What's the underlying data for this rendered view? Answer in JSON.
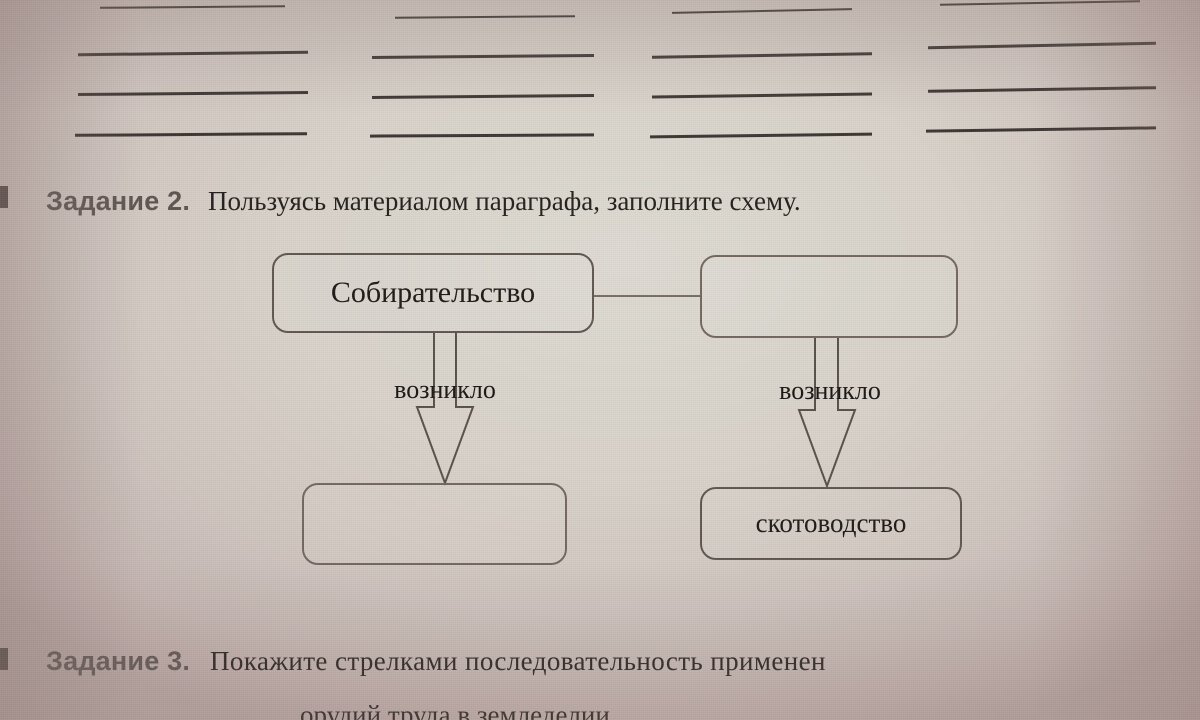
{
  "page": {
    "kind": "scanned-workbook-page",
    "language": "ru",
    "paper_color": "#d7d1c9",
    "ink_color": "#231f1c"
  },
  "answer_lines": {
    "description": "Blank ruled answer lines from the previous exercise, four columns, partially cut off at the top of the frame",
    "columns": 4,
    "rows": 4
  },
  "task2": {
    "label": "Задание 2.",
    "text": "Пользуясь материалом параграфа, заполните схему."
  },
  "scheme": {
    "nodes": [
      {
        "id": "top-left",
        "label": "Собирательство",
        "filled": true
      },
      {
        "id": "top-right",
        "label": "",
        "filled": false
      },
      {
        "id": "bottom-left",
        "label": "",
        "filled": false
      },
      {
        "id": "bottom-right",
        "label": "скотоводство",
        "filled": true
      }
    ],
    "arrow_captions": [
      {
        "id": "left",
        "text": "возникло"
      },
      {
        "id": "right",
        "text": "возникло"
      }
    ],
    "connector": {
      "from": "top-left",
      "to": "top-right",
      "style": "horizontal-line"
    },
    "arrows": [
      {
        "from": "top-left",
        "to": "bottom-left",
        "style": "hollow-block-arrow-down"
      },
      {
        "from": "top-right",
        "to": "bottom-right",
        "style": "hollow-block-arrow-down"
      }
    ]
  },
  "task3": {
    "label": "Задание 3.",
    "text": "Покажите  стрелками  последовательность  применен",
    "text_second_line": "орудий труда в земледелии."
  }
}
